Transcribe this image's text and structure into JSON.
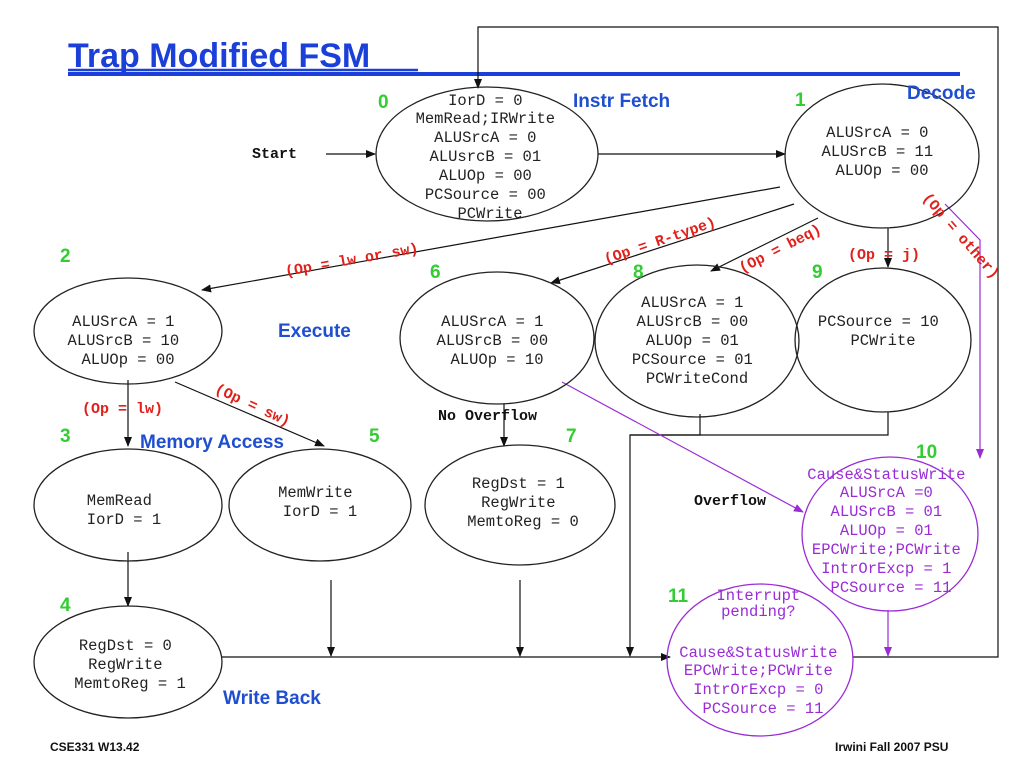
{
  "title": "Trap Modified FSM",
  "phases": {
    "instr_fetch": "Instr Fetch",
    "decode": "Decode",
    "execute": "Execute",
    "memory_access": "Memory Access",
    "write_back": "Write Back"
  },
  "states": [
    {
      "id": "0",
      "lines": [
        "IorD = 0",
        "MemRead;IRWrite",
        "ALUSrcA = 0",
        "ALUsrcB = 01",
        "ALUOp = 00",
        "PCSource = 00",
        "PCWrite"
      ]
    },
    {
      "id": "1",
      "lines": [
        "ALUSrcA = 0",
        "ALUSrcB = 11",
        "ALUOp = 00"
      ]
    },
    {
      "id": "2",
      "lines": [
        "ALUSrcA = 1",
        "ALUSrcB = 10",
        "ALUOp = 00"
      ]
    },
    {
      "id": "3",
      "lines": [
        "MemRead",
        "IorD = 1"
      ]
    },
    {
      "id": "4",
      "lines": [
        "RegDst = 0",
        "RegWrite",
        "MemtoReg = 1"
      ]
    },
    {
      "id": "5",
      "lines": [
        "MemWrite",
        "IorD = 1"
      ]
    },
    {
      "id": "6",
      "lines": [
        "ALUSrcA = 1",
        "ALUSrcB = 00",
        "ALUOp = 10"
      ]
    },
    {
      "id": "7",
      "lines": [
        "RegDst = 1",
        "RegWrite",
        "MemtoReg = 0"
      ]
    },
    {
      "id": "8",
      "lines": [
        "ALUSrcA = 1",
        "ALUSrcB = 00",
        "ALUOp = 01",
        "PCSource = 01",
        "PCWriteCond"
      ]
    },
    {
      "id": "9",
      "lines": [
        "PCSource = 10",
        "PCWrite"
      ]
    },
    {
      "id": "10",
      "lines": [
        "Cause&StatusWrite",
        "ALUSrcA =0",
        "ALUSrcB = 01",
        "ALUOp = 01",
        "EPCWrite;PCWrite",
        "IntrOrExcp = 1",
        "PCSource = 11"
      ]
    },
    {
      "id": "11",
      "lines": [
        "Interrupt",
        "pending?",
        "",
        "Cause&StatusWrite",
        "EPCWrite;PCWrite",
        "IntrOrExcp = 0",
        "PCSource = 11"
      ]
    }
  ],
  "conditions": {
    "lw_or_sw": "(Op = lw or sw)",
    "r_type": "(Op = R-type)",
    "beq": "(Op = beq)",
    "j": "(Op = j)",
    "other": "(Op = other)",
    "lw": "(Op = lw)",
    "sw": "(Op = sw)"
  },
  "labels": {
    "start": "Start",
    "no_overflow": "No Overflow",
    "overflow": "Overflow"
  },
  "footer": {
    "left": "CSE331  W13.42",
    "right": "Irwini Fall 2007 PSU"
  },
  "colors": {
    "title": "#1b3fd9",
    "state_number": "#33cc33",
    "phase_label": "#1f4fd0",
    "condition": "#e0201b",
    "trap_path": "#9a2bd6"
  }
}
